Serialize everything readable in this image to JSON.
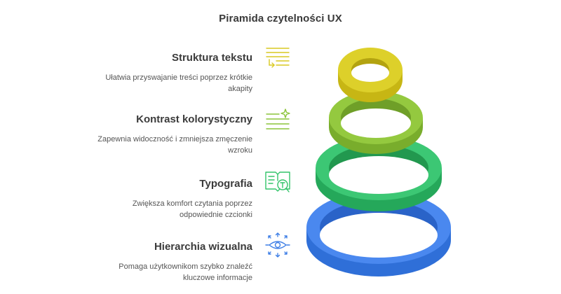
{
  "title": "Piramida czytelności UX",
  "items": [
    {
      "heading": "Struktura tekstu",
      "description": "Ułatwia przyswajanie treści poprzez krótkie akapity",
      "icon": "text-structure-icon",
      "color": "#d9c920"
    },
    {
      "heading": "Kontrast kolorystyczny",
      "description": "Zapewnia widoczność i zmniejsza zmęczenie wzroku",
      "icon": "sparkle-lines-icon",
      "color": "#8cc43a"
    },
    {
      "heading": "Typografia",
      "description": "Zwiększa komfort czytania poprzez odpowiednie czcionki",
      "icon": "typography-book-icon",
      "color": "#33c46a"
    },
    {
      "heading": "Hierarchia wizualna",
      "description": "Pomaga użytkownikom szybko znaleźć kluczowe informacje",
      "icon": "eye-focus-icon",
      "color": "#3f7fe6"
    }
  ]
}
